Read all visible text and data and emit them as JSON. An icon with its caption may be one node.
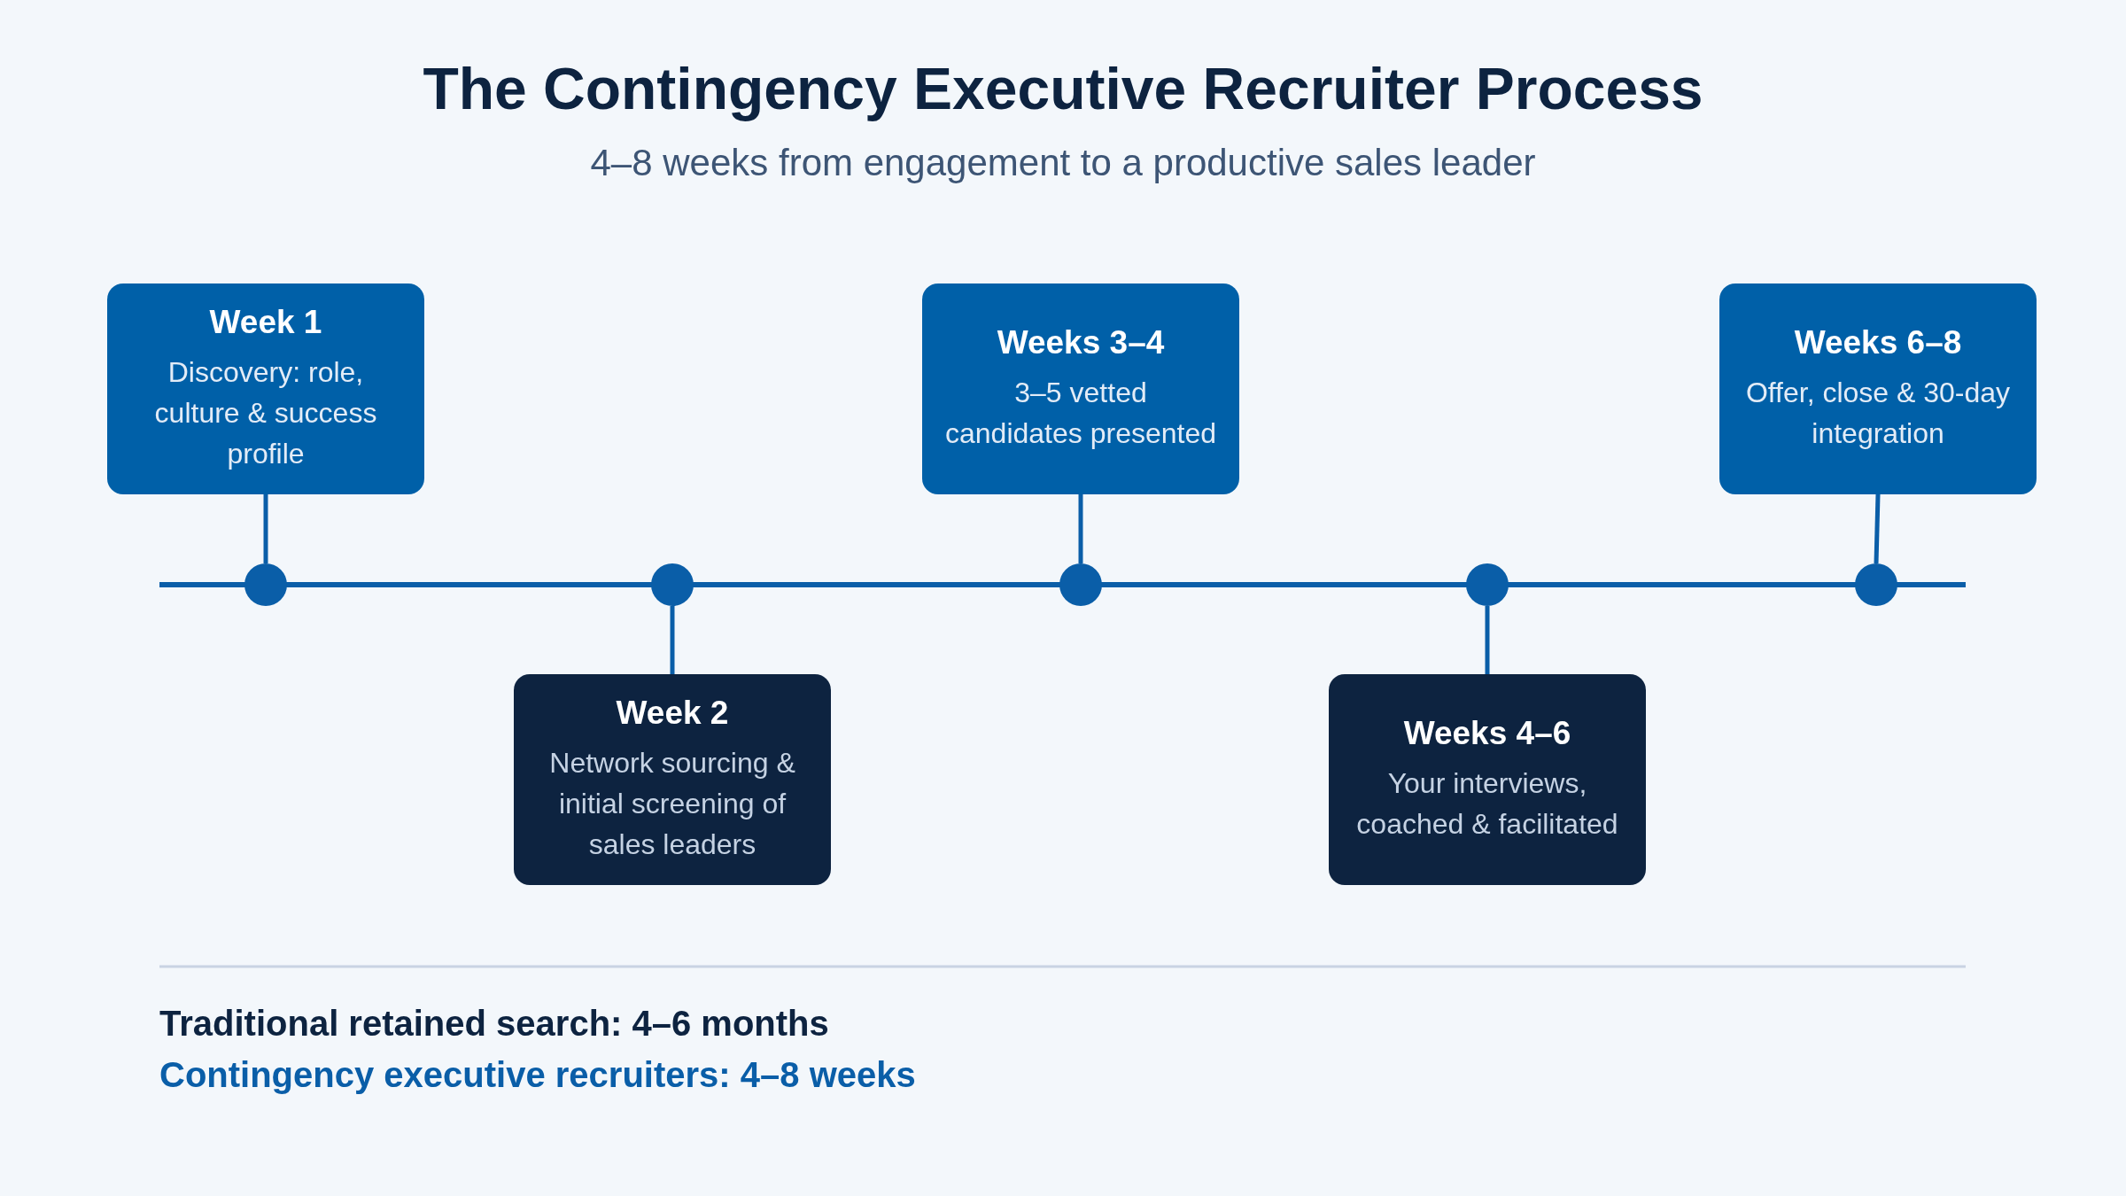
{
  "diagram": {
    "title": "The Contingency Executive Recruiter Process",
    "nodes": [
      {
        "text": [
          "Week 1",
          "Discovery: role, culture & success profile"
        ]
      },
      {
        "text": [
          "Week 2",
          "Network sourcing & initial screening of sales leaders"
        ]
      },
      {
        "text": [
          "Weeks 3–4",
          "3–5 vetted candidates presented"
        ]
      },
      {
        "text": [
          "Weeks 4–6",
          "Your interviews, coached & facilitated"
        ]
      },
      {
        "text": [
          "Weeks 6–8",
          "Offer, close & 30-day integration"
        ]
      },
      {
        "text": [],
        "shape": "circle"
      },
      {
        "text": [],
        "shape": "circle"
      },
      {
        "text": [],
        "shape": "circle"
      },
      {
        "text": [],
        "shape": "circle"
      },
      {
        "text": [],
        "shape": "circle"
      }
    ],
    "edges": [
      {
        "from": 0,
        "to": 5,
        "arrow": "none"
      },
      {
        "from": 1,
        "to": 6,
        "arrow": "none"
      },
      {
        "from": 2,
        "to": 7,
        "arrow": "none"
      },
      {
        "from": 3,
        "to": 8,
        "arrow": "none"
      },
      {
        "from": 4,
        "to": 9,
        "arrow": "none"
      }
    ],
    "labels": [
      "4–8 weeks from engagement to a productive sales leader",
      "Traditional retained search: 4–6 months",
      "Contingency executive recruiters: 4–8 weeks"
    ]
  }
}
